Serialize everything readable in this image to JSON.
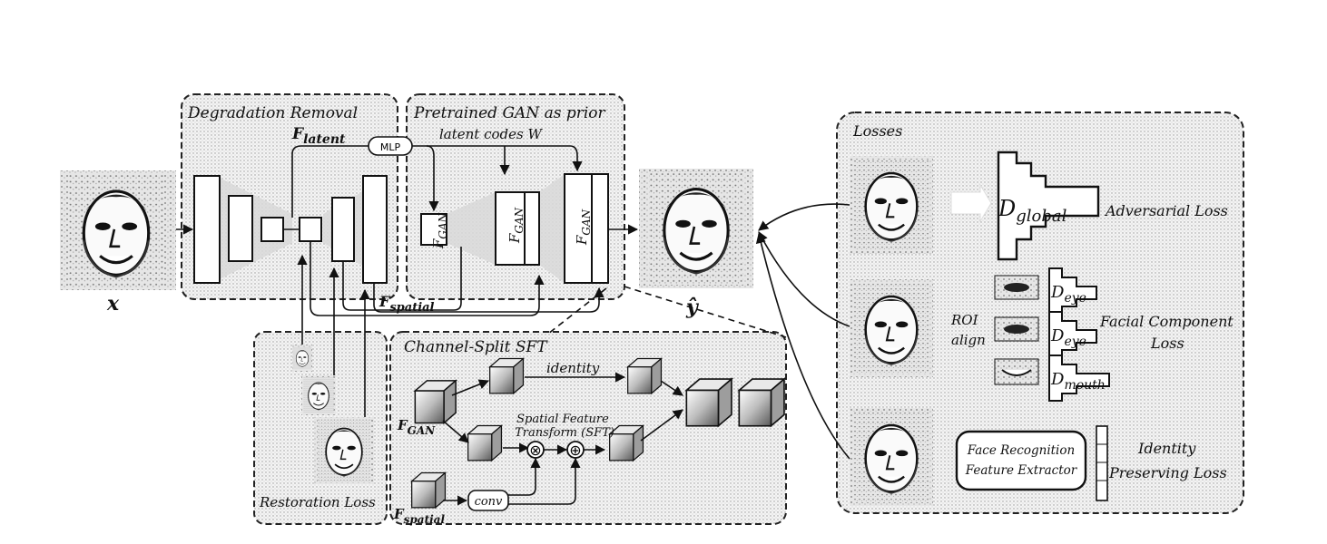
{
  "panels": {
    "degradation_removal": "Degradation Removal",
    "pretrained_gan": "Pretrained GAN as prior",
    "restoration_loss": "Restoration Loss",
    "channel_split_sft": "Channel-Split SFT",
    "losses": "Losses"
  },
  "labels": {
    "input": "x",
    "output": "ŷ",
    "f_latent": "F",
    "f_latent_sub": "latent",
    "f_spatial": "F",
    "f_spatial_sub": "spatial",
    "mlp": "MLP",
    "latent_codes": "latent codes W",
    "f_gan_1": "F",
    "f_gan_1_sub": "GAN",
    "f_gan_2": "F",
    "f_gan_2_sub": "GAN",
    "f_gan_3": "F",
    "f_gan_3_sub": "GAN"
  },
  "sft": {
    "f_gan": "F",
    "f_gan_sub": "GAN",
    "f_spatial": "F",
    "f_spatial_sub": "spatial",
    "identity": "identity",
    "sft_line1": "Spatial Feature",
    "sft_line2": "Transform (SFT)",
    "conv": "conv",
    "multiply": "⊗",
    "add": "⊕"
  },
  "losses": {
    "d_global": "D",
    "d_global_sub": "global",
    "adversarial_loss": "Adversarial Loss",
    "roi_line1": "ROI",
    "roi_line2": "align",
    "d_eye_1": "D",
    "d_eye_1_sub": "eye",
    "d_eye_2": "D",
    "d_eye_2_sub": "eye",
    "d_mouth": "D",
    "d_mouth_sub": "mouth",
    "facial_line1": "Facial Component",
    "facial_line2": "Loss",
    "face_rec_line1": "Face Recognition",
    "face_rec_line2": "Feature Extractor",
    "identity_line1": "Identity",
    "identity_line2": "Preserving Loss"
  }
}
